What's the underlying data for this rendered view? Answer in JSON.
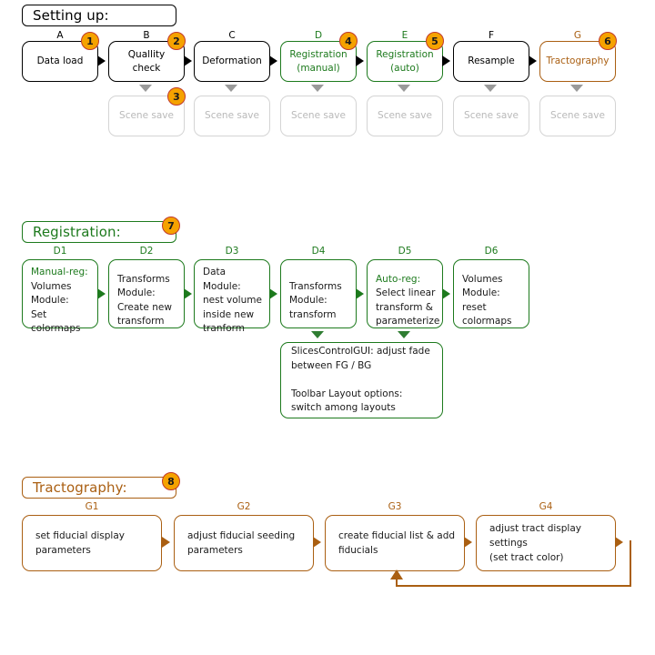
{
  "palette": {
    "black": "#000000",
    "green": "#1d7a1d",
    "brown": "#aa5f12",
    "dim": "#b9b9b9",
    "badge_fill": "#f5a200",
    "badge_ring": "#c0392b"
  },
  "sections": {
    "setting_up": {
      "title": "Setting up:",
      "color": "black",
      "columns": [
        {
          "label": "A",
          "text": "Data load",
          "color": "black",
          "badge": "1",
          "scene_save": null
        },
        {
          "label": "B",
          "text": "Quallity check",
          "color": "black",
          "badge": "2",
          "scene_save": "Scene save"
        },
        {
          "label": "C",
          "text": "Deformation",
          "color": "black",
          "badge": null,
          "scene_save": "Scene save"
        },
        {
          "label": "D",
          "text": "Registration\n(manual)",
          "color": "green",
          "badge": "4",
          "scene_save": "Scene save"
        },
        {
          "label": "E",
          "text": "Registration\n(auto)",
          "color": "green",
          "badge": "5",
          "scene_save": "Scene save"
        },
        {
          "label": "F",
          "text": "Resample",
          "color": "black",
          "badge": null,
          "scene_save": "Scene save"
        },
        {
          "label": "G",
          "text": "Tractography",
          "color": "brown",
          "badge": "6",
          "scene_save": "Scene save"
        }
      ],
      "scene_save_badge": "3"
    },
    "registration": {
      "title": "Registration:",
      "color": "green",
      "badge": "7",
      "columns": [
        {
          "label": "D1",
          "highlight": "Manual-reg:",
          "text": "Volumes\nModule:\nSet colormaps"
        },
        {
          "label": "D2",
          "highlight": "",
          "text": "Transforms\nModule:\nCreate new\ntransform"
        },
        {
          "label": "D3",
          "highlight": "",
          "text": "Data\nModule:\nnest volume\ninside new\ntranform"
        },
        {
          "label": "D4",
          "highlight": "",
          "text": "Transforms\nModule:\ntransform"
        },
        {
          "label": "D5",
          "highlight": "Auto-reg:",
          "text": "Select linear\ntransform &\nparameterize"
        },
        {
          "label": "D6",
          "highlight": "",
          "text": "Volumes\nModule:\nreset\ncolormaps"
        }
      ],
      "note_box": "SlicesControlGUI: adjust fade\nbetween FG / BG\n\nToolbar Layout options:\nswitch among layouts"
    },
    "tractography": {
      "title": "Tractography:",
      "color": "brown",
      "badge": "8",
      "columns": [
        {
          "label": "G1",
          "text": "set fiducial display\nparameters"
        },
        {
          "label": "G2",
          "text": "adjust fiducial seeding\nparameters"
        },
        {
          "label": "G3",
          "text": "create fiducial list & add\nfiducials"
        },
        {
          "label": "G4",
          "text": "adjust tract display settings\n(set tract color)"
        }
      ]
    }
  }
}
